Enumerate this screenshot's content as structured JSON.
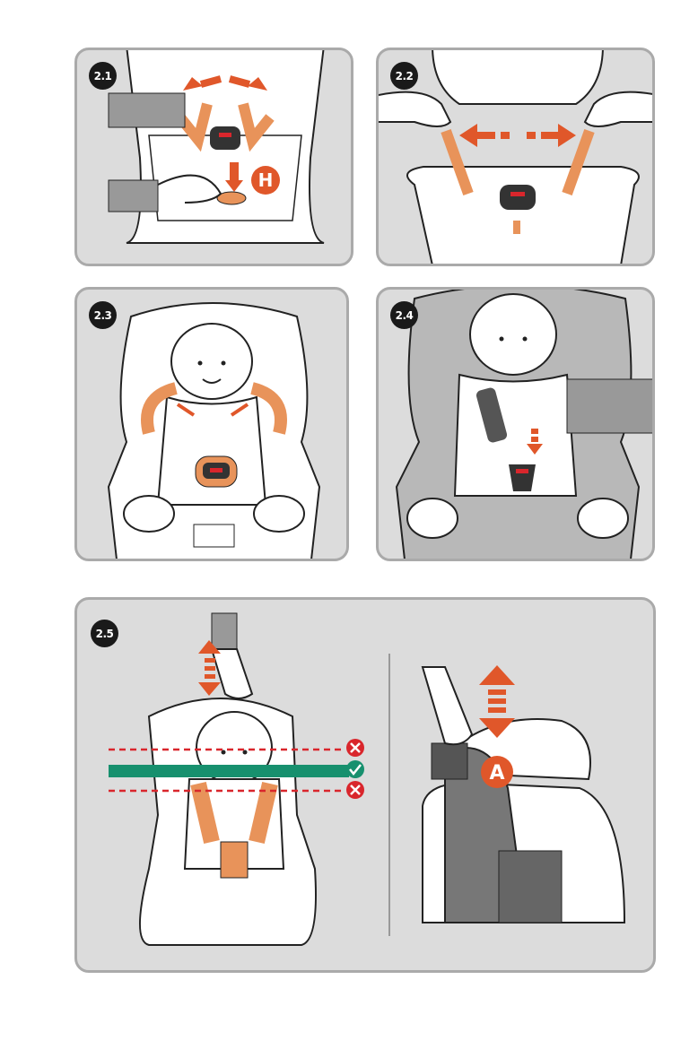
{
  "steps": [
    {
      "number": "2.1",
      "marker": "H"
    },
    {
      "number": "2.2"
    },
    {
      "number": "2.3"
    },
    {
      "number": "2.4"
    },
    {
      "number": "2.5",
      "marker": "A"
    }
  ],
  "colors": {
    "panel_bg": "#dcdcdc",
    "panel_border": "#aaaaaa",
    "accent_orange": "#e0572a",
    "strap_orange": "#e8935a",
    "correct_green": "#17906e",
    "wrong_red": "#d9262c"
  }
}
